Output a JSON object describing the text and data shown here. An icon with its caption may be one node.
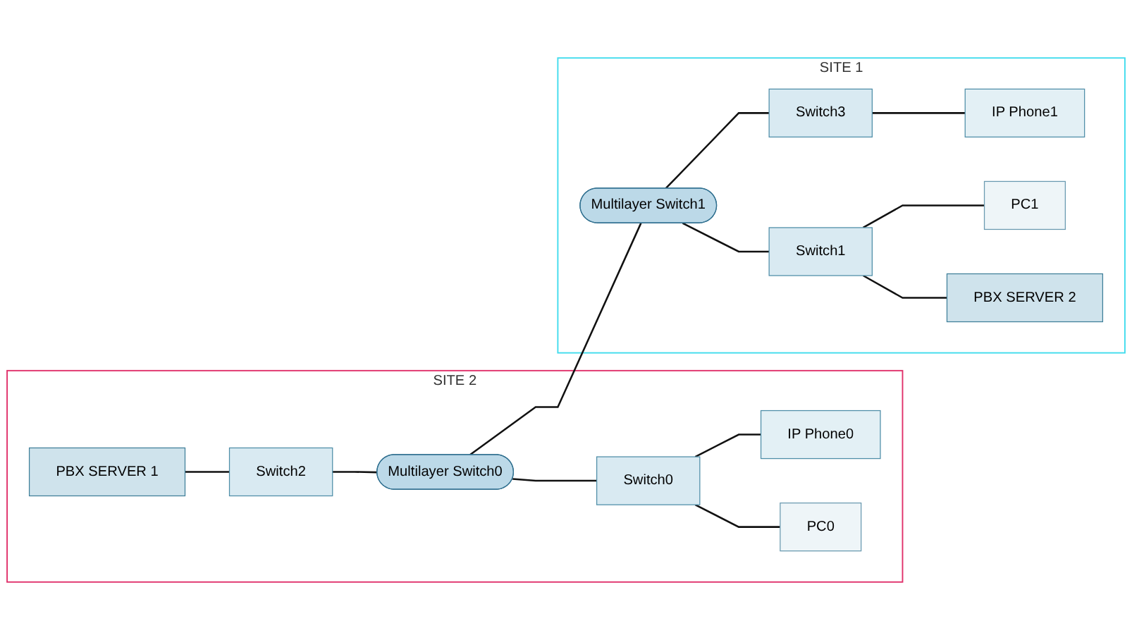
{
  "diagram": {
    "nodes": [
      {
        "text": [
          "SITE 2"
        ]
      },
      {
        "text": [
          "PBX SERVER 1"
        ],
        "in": 0
      },
      {
        "text": [
          "Switch2"
        ],
        "in": 0
      },
      {
        "text": [
          "Multilayer Switch0"
        ],
        "in": 0
      },
      {
        "text": [
          "Switch0"
        ],
        "in": 0
      },
      {
        "text": [
          "IP Phone0"
        ],
        "in": 0
      },
      {
        "text": [
          "PC0"
        ],
        "in": 0
      },
      {
        "text": [
          "SITE 1"
        ]
      },
      {
        "text": [
          "Switch3"
        ],
        "in": 7
      },
      {
        "text": [
          "IP Phone1"
        ],
        "in": 7
      },
      {
        "text": [
          "Multilayer Switch1"
        ],
        "in": 7
      },
      {
        "text": [
          "Switch1"
        ],
        "in": 7
      },
      {
        "text": [
          "PC1"
        ],
        "in": 7
      },
      {
        "text": [
          "PBX SERVER 2"
        ],
        "in": 7
      }
    ],
    "edges": [
      {
        "from": 1,
        "to": 2,
        "arrow": "none"
      },
      {
        "from": 2,
        "to": 3,
        "arrow": "none"
      },
      {
        "from": 3,
        "to": 4,
        "arrow": "none"
      },
      {
        "from": 4,
        "to": 5,
        "arrow": "none"
      },
      {
        "from": 4,
        "to": 6,
        "arrow": "none"
      },
      {
        "from": 3,
        "to": 10,
        "arrow": "none"
      },
      {
        "from": 10,
        "to": 8,
        "arrow": "none"
      },
      {
        "from": 8,
        "to": 9,
        "arrow": "none"
      },
      {
        "from": 10,
        "to": 11,
        "arrow": "none"
      },
      {
        "from": 11,
        "to": 12,
        "arrow": "none"
      },
      {
        "from": 11,
        "to": 13,
        "arrow": "none"
      }
    ]
  }
}
